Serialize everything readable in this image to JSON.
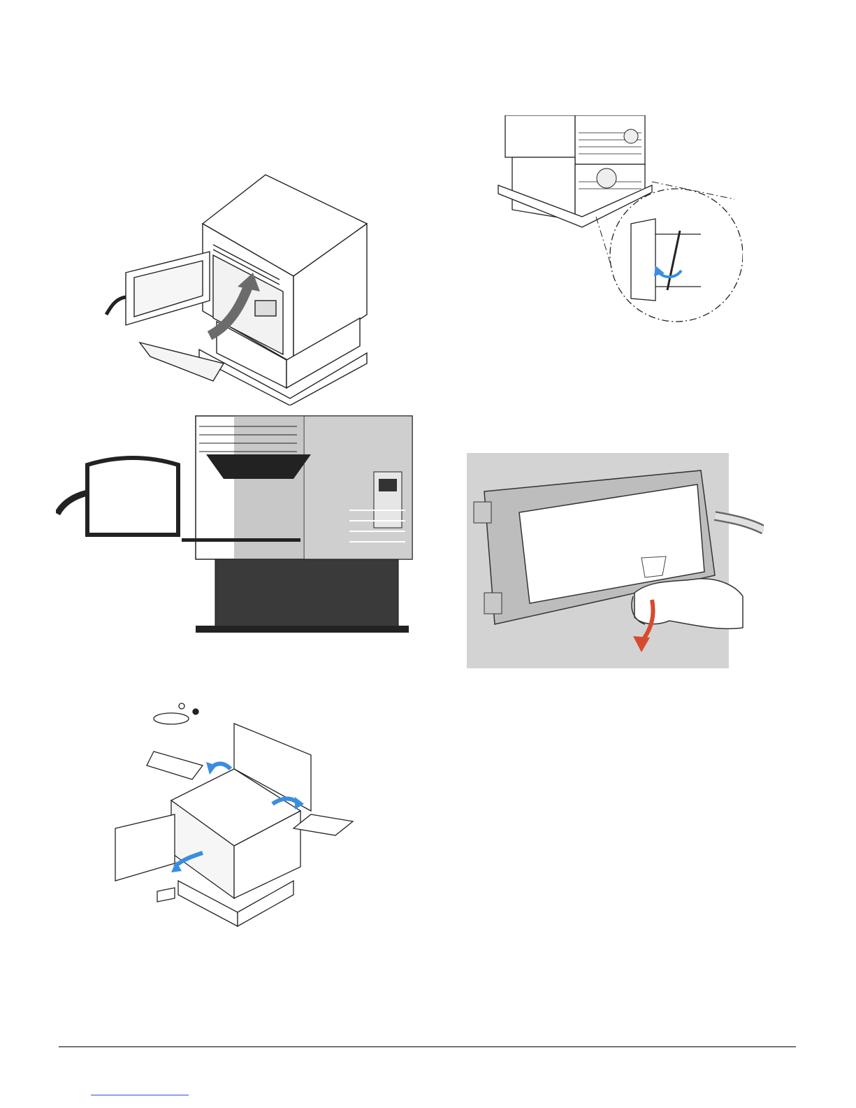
{
  "page": {
    "figures": [
      {
        "id": "fig-stove-baffle-insert",
        "icon": "stove-open-door-arrow-illustration"
      },
      {
        "id": "fig-stove-cutaway",
        "icon": "stove-cutaway-illustration"
      },
      {
        "id": "fig-stove-unpack",
        "icon": "stove-unpack-accessories-illustration"
      },
      {
        "id": "fig-damper-detail",
        "icon": "rear-damper-detail-illustration"
      },
      {
        "id": "fig-glass-cleaning",
        "icon": "glass-wipe-hand-illustration"
      }
    ],
    "footer": {
      "link_text": ""
    }
  },
  "colors": {
    "line": "#222222",
    "arrow_gray": "#6b6b6b",
    "arrow_blue": "#3a8ee0",
    "arrow_red": "#d64a2e",
    "panel_gray": "#d3d3d3",
    "link_blue": "#2a4fd6"
  }
}
